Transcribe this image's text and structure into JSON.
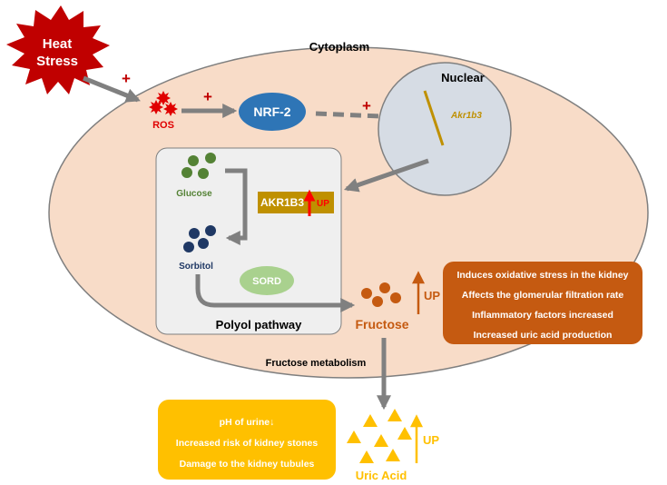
{
  "heat_stress": {
    "line1": "Heat",
    "line2": "Stress"
  },
  "plus_signs": [
    "+",
    "+",
    "+"
  ],
  "cytoplasm_label": "Cytoplasm",
  "ros_label": "ROS",
  "nrf2_label": "NRF-2",
  "nuclear": {
    "title": "Nuclear",
    "gene": "Akr1b3"
  },
  "polyol": {
    "title": "Polyol pathway",
    "glucose_label": "Glucose",
    "sorbitol_label": "Sorbitol",
    "sord_label": "SORD",
    "akr1b3": {
      "label": "AKR1B3",
      "up": "UP"
    }
  },
  "fructose": {
    "label": "Fructose",
    "up": "UP"
  },
  "fructose_metabolism_label": "Fructose metabolism",
  "kidney_effects": [
    "Induces oxidative stress in the kidney",
    "Affects the glomerular filtration rate",
    "Inflammatory factors increased",
    "Increased uric acid production"
  ],
  "urine_effects": [
    "pH of urine↓",
    "Increased risk of kidney stones",
    "Damage to the kidney tubules"
  ],
  "uric_acid": {
    "label": "Uric Acid",
    "up": "UP"
  },
  "colors": {
    "cell_fill": "#f8dcc8",
    "nucleus_fill": "#d6dce4",
    "nrf2_fill": "#2e75b6",
    "glucose_color": "#548235",
    "sorbitol_color": "#1f3864",
    "sord_fill": "#a9d18e",
    "akr1b3_fill": "#bf9000",
    "fructose_color": "#c55a11",
    "uric_color": "#ffc000",
    "heat_fill": "#c00000",
    "arrow_gray": "#808080"
  }
}
